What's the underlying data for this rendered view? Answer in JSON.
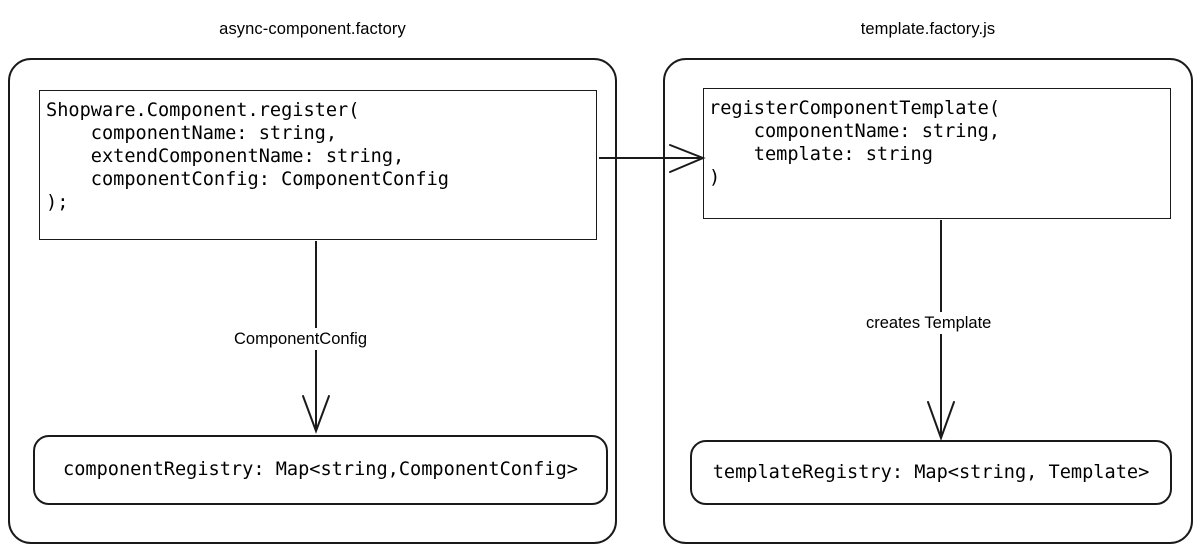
{
  "diagram": {
    "type": "architecture-flow",
    "background": "#ffffff",
    "stroke": "#1a1a1a",
    "panels": [
      {
        "id": "async-component-factory",
        "title": "async-component.factory",
        "code_block": "Shopware.Component.register(\n    componentName: string,\n    extendComponentName: string,\n    componentConfig: ComponentConfig\n);",
        "registry": "componentRegistry: Map<string,ComponentConfig>",
        "edge_label": "ComponentConfig"
      },
      {
        "id": "template-factory-js",
        "title": "template.factory.js",
        "code_block": "registerComponentTemplate(\n    componentName: string,\n    template: string\n)",
        "registry": "templateRegistry: Map<string, Template>",
        "edge_label": "creates Template"
      }
    ],
    "connections": [
      {
        "id": "register-to-template",
        "from": "async-component-factory.code_block",
        "to": "template-factory-js.code_block",
        "label": "",
        "direction": "horizontal-right"
      },
      {
        "id": "config-to-component-registry",
        "from": "async-component-factory.code_block",
        "to": "async-component-factory.registry",
        "label": "ComponentConfig",
        "direction": "vertical-down"
      },
      {
        "id": "template-to-template-registry",
        "from": "template-factory-js.code_block",
        "to": "template-factory-js.registry",
        "label": "creates Template",
        "direction": "vertical-down"
      }
    ]
  }
}
